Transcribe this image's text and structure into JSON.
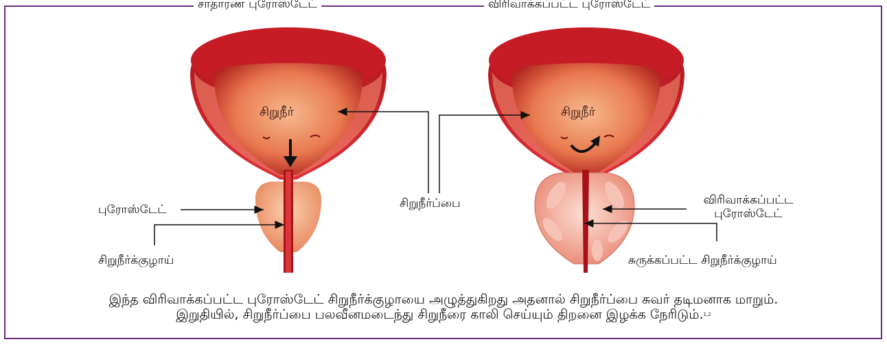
{
  "headers": {
    "normal": "சாதாரண புரோஸ்டேட்",
    "enlarged": "விரிவாக்கப்பட்ட புரோஸ்டேட்"
  },
  "labels": {
    "urine_left": "சிறுநீர்",
    "urine_right": "சிறுநீர்",
    "bladder": "சிறுநீர்ப்பை",
    "prostate": "புரோஸ்டேட்",
    "urethra": "சிறுநீர்க்குழாய்",
    "enlarged_prostate_line1": "விரிவாக்கப்பட்ட",
    "enlarged_prostate_line2": "புரோஸ்டேட்",
    "compressed_urethra": "சுருக்கப்பட்ட சிறுநீர்க்குழாய்"
  },
  "caption": {
    "line1": "இந்த விரிவாக்கப்பட்ட புரோஸ்டேட் சிறுநீர்க்குழாயை அழுத்துகிறது அதனால் சிறுநீர்ப்பை சுவர் தடிமனாக மாறும்.",
    "line2": "இறுதியில், சிறுநீர்ப்பை பலவீனமடைந்து சிறுநீரை காலி செய்யும் திறனை இழக்க நேரிடும்.",
    "ref": "1,2"
  },
  "colors": {
    "frame": "#6b2c7e",
    "bladder_outer": "#c8202a",
    "bladder_inner": "#e96a4a",
    "prostate": "#f0a07a"
  }
}
